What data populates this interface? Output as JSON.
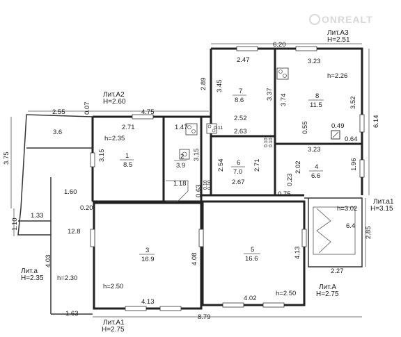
{
  "watermark": "ONREALT",
  "litera": {
    "a3": {
      "name": "Лит.А3",
      "h": "H=2.51"
    },
    "a2": {
      "name": "Лит.А2",
      "h": "H=2.60"
    },
    "a": {
      "name": "Лит.а",
      "h": "H=2.35"
    },
    "a1_small": {
      "name": "Лит.а1",
      "h": "H=3.15"
    },
    "A": {
      "name": "Лит.А",
      "h": "H=2.75"
    },
    "A1": {
      "name": "Лит.А1",
      "h": "H=2.75"
    }
  },
  "rooms": {
    "r1": {
      "num": "1",
      "area": "8.5",
      "h": "h=2.35"
    },
    "r2": {
      "num": "2",
      "area": "3.9"
    },
    "r3": {
      "num": "3",
      "area": "16.9",
      "h": "h=2.50"
    },
    "r4": {
      "num": "4",
      "area": "6.6"
    },
    "r5": {
      "num": "5",
      "area": "16.6",
      "h": "h=2.50"
    },
    "r6": {
      "num": "6",
      "area": "7.0"
    },
    "r7": {
      "num": "7",
      "area": "8.6"
    },
    "r8": {
      "num": "8",
      "area": "11.5",
      "h": "h=2.26"
    },
    "rA": {
      "area": "3.6"
    },
    "rB": {
      "area": "12.8",
      "h": "h=2.30"
    },
    "rC": {
      "area": "6.4",
      "h": "h=3.02"
    }
  },
  "dims": {
    "d620": "6.20",
    "d247": "2.47",
    "d323a": "3.23",
    "d289": "2.89",
    "d345": "3.45",
    "d337": "3.37",
    "d374": "3.74",
    "d352": "3.52",
    "d614": "6.14",
    "d252": "2.52",
    "d263": "2.63",
    "d011": "0.11",
    "d055": "0.55",
    "d049": "0.49",
    "d064": "0.64",
    "d323b": "3.23",
    "d255": "2.55",
    "d007": "0.07",
    "d475": "4.75",
    "d271": "2.71",
    "d147": "1.47",
    "d375": "3.75",
    "d315a": "3.15",
    "d315b": "3.15",
    "d254": "2.54",
    "d271b": "2.71",
    "d267": "2.67",
    "d202": "2.02",
    "d196": "1.96",
    "d118": "1.18",
    "d023": "0.23",
    "d160": "1.60",
    "d020": "0.20",
    "d063": "0.63",
    "d075": "0.75",
    "d110": "1.10",
    "d133": "1.33",
    "d403": "4.03",
    "d408": "4.08",
    "d413a": "4.13",
    "d285": "2.85",
    "d227": "2.27",
    "d413b": "4.13",
    "d402": "4.02",
    "d163": "1.63",
    "d879": "8.79",
    "d010a": "0.10",
    "d010b": "0.10",
    "d010c": "0.10",
    "d010d": "0.10"
  }
}
